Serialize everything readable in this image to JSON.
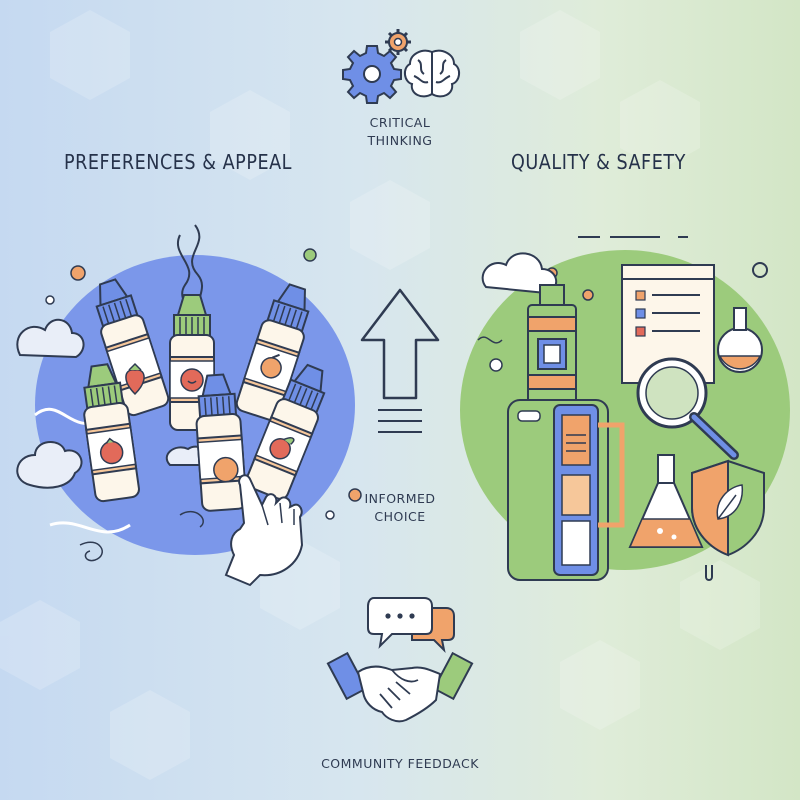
{
  "left_panel": {
    "title": "PREFERENCES & APPEAL"
  },
  "right_panel": {
    "title": "QUALITY & SAFETY"
  },
  "top_center": {
    "label_line1": "CRITICAL",
    "label_line2": "THINKING"
  },
  "center": {
    "label_line1": "INFORMED",
    "label_line2": "CHOICE"
  },
  "bottom_center": {
    "label": "COMMUNITY FEEDDACK"
  },
  "colors": {
    "outline": "#2f3b52",
    "blue": "#6f8fe6",
    "green": "#9ccb7c",
    "orange": "#f0a36b",
    "red": "#e26a5a",
    "cream": "#fdf6ea"
  }
}
